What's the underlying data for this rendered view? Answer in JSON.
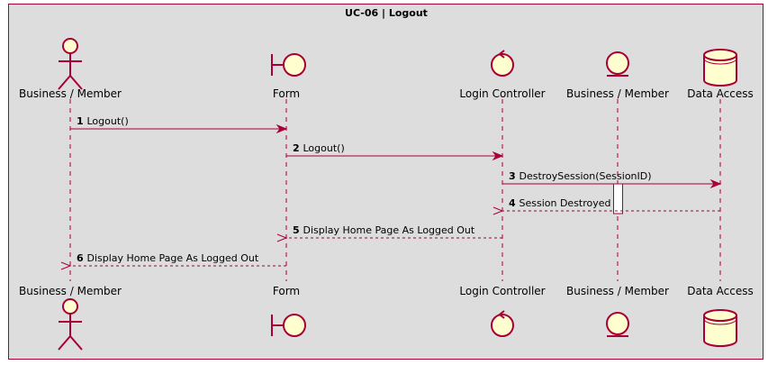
{
  "diagram": {
    "title": "UC-06 | Logout",
    "participants": [
      {
        "id": "p-actor",
        "type": "actor",
        "label": "Business / Member"
      },
      {
        "id": "p-form",
        "type": "boundary",
        "label": "Form"
      },
      {
        "id": "p-login",
        "type": "control",
        "label": "Login Controller"
      },
      {
        "id": "p-entity",
        "type": "entity",
        "label": "Business / Member"
      },
      {
        "id": "p-db",
        "type": "database",
        "label": "Data Access"
      }
    ],
    "messages": [
      {
        "num": "1",
        "text": "Logout()",
        "from": 0,
        "to": 1,
        "style": "sync"
      },
      {
        "num": "2",
        "text": "Logout()",
        "from": 1,
        "to": 2,
        "style": "sync"
      },
      {
        "num": "3",
        "text": "DestroySession(SessionID)",
        "from": 2,
        "to": 4,
        "style": "sync"
      },
      {
        "num": "4",
        "text": "Session Destroyed",
        "from": 4,
        "to": 2,
        "style": "reply"
      },
      {
        "num": "5",
        "text": "Display Home Page As Logged Out",
        "from": 2,
        "to": 1,
        "style": "reply"
      },
      {
        "num": "6",
        "text": "Display Home Page As Logged Out",
        "from": 1,
        "to": 0,
        "style": "reply"
      }
    ],
    "colors": {
      "border": "#a80036",
      "participant_fill": "#fefece",
      "background": "#dddddd"
    }
  }
}
